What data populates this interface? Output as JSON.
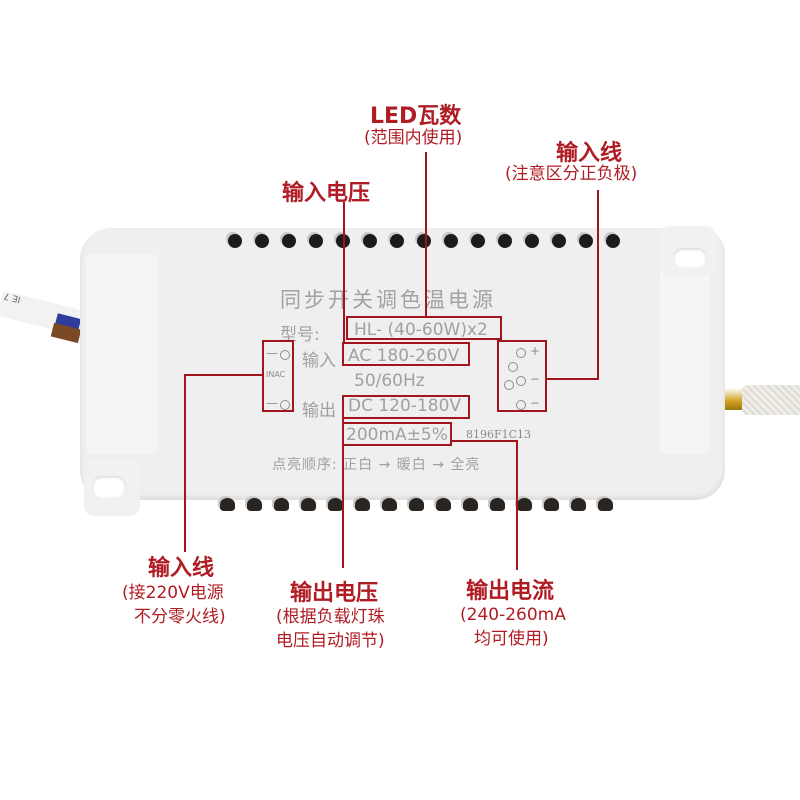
{
  "annotations": {
    "led_wattage": {
      "title": "LED瓦数",
      "subtitle": "(范围内使用)"
    },
    "input_wire_right": {
      "title": "输入线",
      "subtitle": "(注意区分正负极)"
    },
    "input_voltage": {
      "title": "输入电压"
    },
    "input_wire_left": {
      "title": "输入线",
      "subtitle_line1": "(接220V电源",
      "subtitle_line2": "不分零火线)"
    },
    "output_voltage": {
      "title": "输出电压",
      "subtitle_line1": "(根据负载灯珠",
      "subtitle_line2": "电压自动调节)"
    },
    "output_current": {
      "title": "输出电流",
      "subtitle_line1": "(240-260mA",
      "subtitle_line2": "均可使用)"
    }
  },
  "label": {
    "product_name": "同步开关调色温电源",
    "model_label": "型号:",
    "model_value": "HL- (40-60W)x2",
    "input_label": "输入",
    "input_value": "AC 180-260V",
    "frequency": "50/60Hz",
    "output_label": "输出",
    "output_voltage_value": "DC 120-180V",
    "output_current_value": "200mA±5%",
    "serial": "8196F1C13",
    "lighting_sequence": "点亮顺序:  正白 → 暖白 →  全亮",
    "ac_terminal_label": "INAC",
    "terminal_plus": "+",
    "terminal_minus_1": "−",
    "terminal_minus_2": "−"
  },
  "cable": {
    "left_print": "IE 7"
  },
  "colors": {
    "annotation_red": "#b01c24",
    "box_red": "#a3151c",
    "label_gray": "#a0a0a0",
    "device_white": "#efefef"
  }
}
